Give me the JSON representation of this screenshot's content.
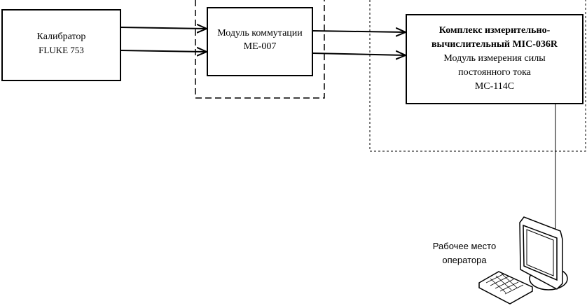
{
  "calibrator": {
    "line1": "Калибратор",
    "line2": "FLUKE 753"
  },
  "switch_module": {
    "line1": "Модуль коммутации",
    "line2": "ME-007"
  },
  "complex": {
    "title_line1": "Комплекс измерительно-",
    "title_line2": "вычислительный MIC-036R",
    "line3": "Модуль измерения силы",
    "line4": "постоянного тока",
    "line5": "MC-114C"
  },
  "workstation": {
    "line1": "Рабочее место",
    "line2": "оператора"
  }
}
